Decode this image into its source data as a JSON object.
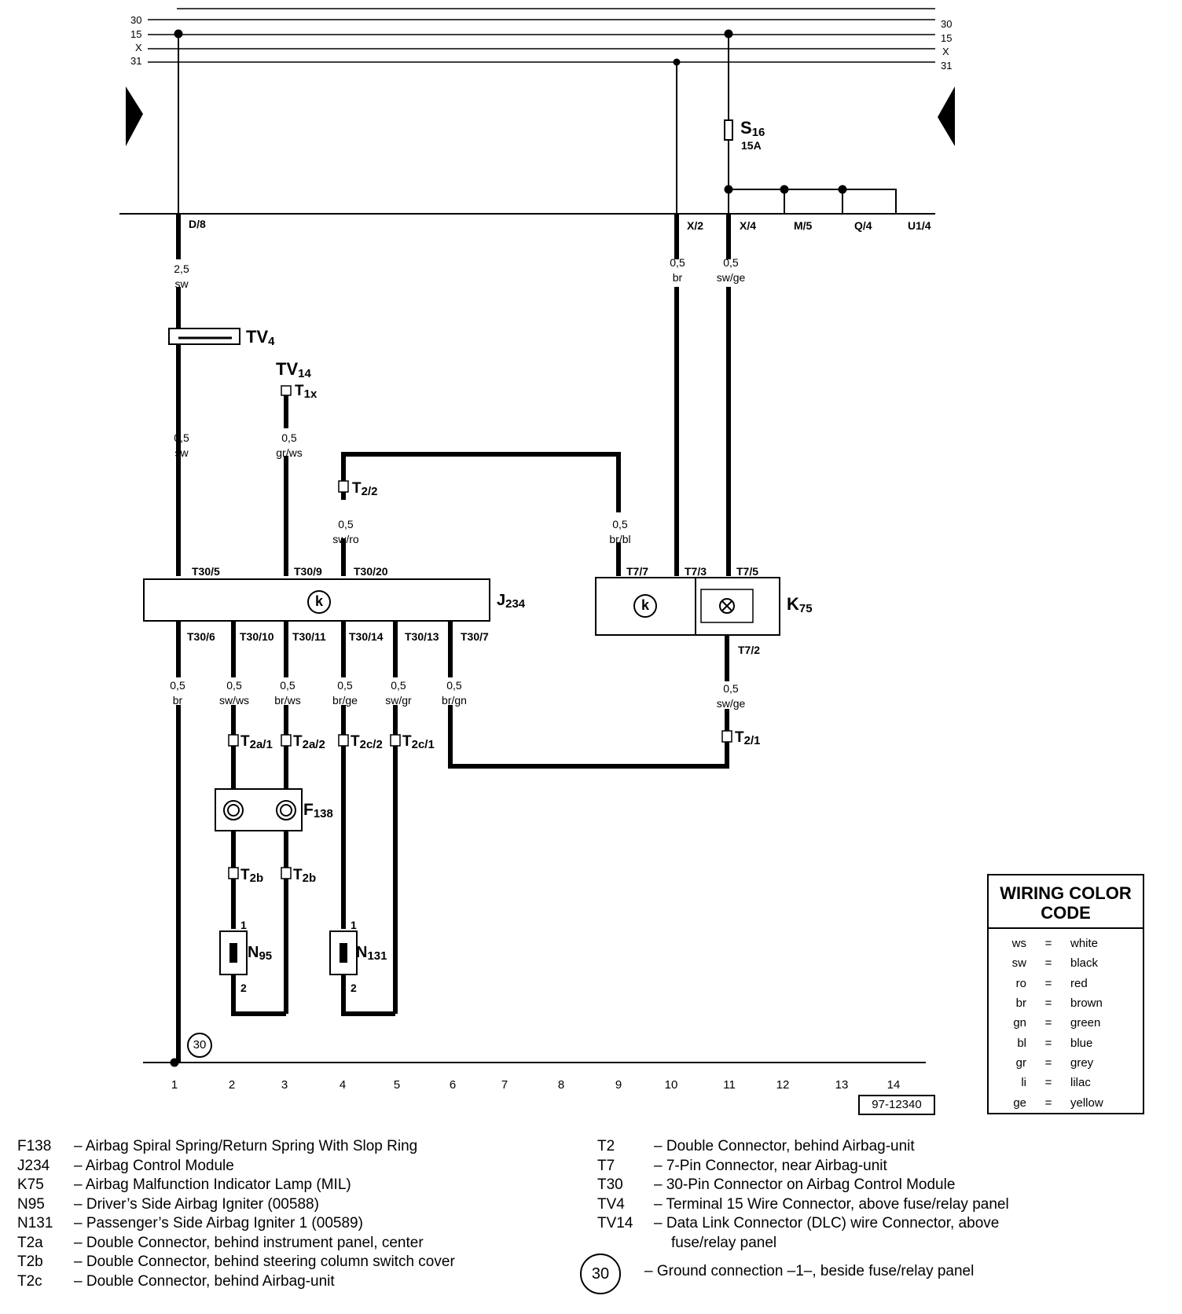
{
  "bus_labels": [
    "30",
    "15",
    "X",
    "31"
  ],
  "fuse": {
    "name": "S",
    "sub": "16",
    "rating": "15A"
  },
  "fuse_panel_terminals": [
    "D/8",
    "X/2",
    "X/4",
    "M/5",
    "Q/4",
    "U1/4"
  ],
  "wires": [
    {
      "size": "2,5",
      "color": "sw"
    },
    {
      "size": "0,5",
      "color": "br"
    },
    {
      "size": "0,5",
      "color": "sw/ge"
    },
    {
      "size": "0,5",
      "color": "sw"
    },
    {
      "size": "0,5",
      "color": "gr/ws"
    },
    {
      "size": "0,5",
      "color": "sw/ro"
    },
    {
      "size": "0,5",
      "color": "br/bl"
    },
    {
      "size": "0,5",
      "color": "br"
    },
    {
      "size": "0,5",
      "color": "sw/ws"
    },
    {
      "size": "0,5",
      "color": "br/ws"
    },
    {
      "size": "0,5",
      "color": "br/ge"
    },
    {
      "size": "0,5",
      "color": "sw/gr"
    },
    {
      "size": "0,5",
      "color": "br/gn"
    },
    {
      "size": "0,5",
      "color": "sw/ge"
    }
  ],
  "components": {
    "tv4": {
      "name": "TV",
      "sub": "4"
    },
    "tv14": {
      "name": "TV",
      "sub": "14"
    },
    "t1x": {
      "name": "T",
      "sub": "1x"
    },
    "t2_2": {
      "name": "T",
      "sub": "2/2"
    },
    "j234": {
      "name": "J",
      "sub": "234",
      "symbol": "k"
    },
    "k75": {
      "name": "K",
      "sub": "75",
      "symbol": "k"
    },
    "t2a1": {
      "name": "T",
      "sub": "2a/1"
    },
    "t2a2": {
      "name": "T",
      "sub": "2a/2"
    },
    "t2c2": {
      "name": "T",
      "sub": "2c/2"
    },
    "t2c1": {
      "name": "T",
      "sub": "2c/1"
    },
    "t21": {
      "name": "T",
      "sub": "2/1"
    },
    "f138": {
      "name": "F",
      "sub": "138"
    },
    "t2b_left": {
      "name": "T",
      "sub": "2b"
    },
    "t2b_right": {
      "name": "T",
      "sub": "2b"
    },
    "n95": {
      "name": "N",
      "sub": "95"
    },
    "n131": {
      "name": "N",
      "sub": "131"
    }
  },
  "pins": {
    "j234_top": [
      "T30/5",
      "T30/9",
      "T30/20"
    ],
    "j234_bottom": [
      "T30/6",
      "T30/10",
      "T30/11",
      "T30/14",
      "T30/13",
      "T30/7"
    ],
    "k75_top": [
      "T7/7",
      "T7/3",
      "T7/5"
    ],
    "k75_bottom": [
      "T7/2"
    ],
    "igniter_pin1": "1",
    "igniter_pin2": "2"
  },
  "ground": {
    "number": "30"
  },
  "column_numbers": [
    "1",
    "2",
    "3",
    "4",
    "5",
    "6",
    "7",
    "8",
    "9",
    "10",
    "11",
    "12",
    "13",
    "14"
  ],
  "reference_number": "97-12340",
  "color_code": {
    "title_line1": "WIRING COLOR",
    "title_line2": "CODE",
    "entries": [
      {
        "code": "ws",
        "eq": "=",
        "name": "white"
      },
      {
        "code": "sw",
        "eq": "=",
        "name": "black"
      },
      {
        "code": "ro",
        "eq": "=",
        "name": "red"
      },
      {
        "code": "br",
        "eq": "=",
        "name": "brown"
      },
      {
        "code": "gn",
        "eq": "=",
        "name": "green"
      },
      {
        "code": "bl",
        "eq": "=",
        "name": "blue"
      },
      {
        "code": "gr",
        "eq": "=",
        "name": "grey"
      },
      {
        "code": "li",
        "eq": "=",
        "name": "lilac"
      },
      {
        "code": "ge",
        "eq": "=",
        "name": "yellow"
      }
    ]
  },
  "legend_left": [
    {
      "code": "F138",
      "desc": "– Airbag Spiral Spring/Return Spring With Slop Ring"
    },
    {
      "code": "J234",
      "desc": "– Airbag Control Module"
    },
    {
      "code": "K75",
      "desc": "– Airbag Malfunction Indicator Lamp (MIL)"
    },
    {
      "code": "N95",
      "desc": "– Driver’s Side Airbag Igniter (00588)"
    },
    {
      "code": "N131",
      "desc": "– Passenger’s Side Airbag Igniter 1 (00589)"
    },
    {
      "code": "T2a",
      "desc": "– Double Connector, behind instrument panel, center"
    },
    {
      "code": "T2b",
      "desc": "– Double Connector, behind steering column switch cover"
    },
    {
      "code": "T2c",
      "desc": "– Double Connector, behind Airbag-unit"
    }
  ],
  "legend_right": [
    {
      "code": "T2",
      "desc": "– Double Connector, behind Airbag-unit"
    },
    {
      "code": "T7",
      "desc": "– 7-Pin Connector, near Airbag-unit"
    },
    {
      "code": "T30",
      "desc": "– 30-Pin Connector on Airbag Control Module"
    },
    {
      "code": "TV4",
      "desc": "– Terminal 15 Wire Connector, above fuse/relay panel"
    },
    {
      "code": "TV14",
      "desc": "– Data Link Connector (DLC) wire Connector, above"
    },
    {
      "code": "",
      "desc": "fuse/relay panel"
    }
  ],
  "legend_ground": {
    "symbol": "30",
    "desc": "– Ground connection –1–, beside fuse/relay panel"
  }
}
